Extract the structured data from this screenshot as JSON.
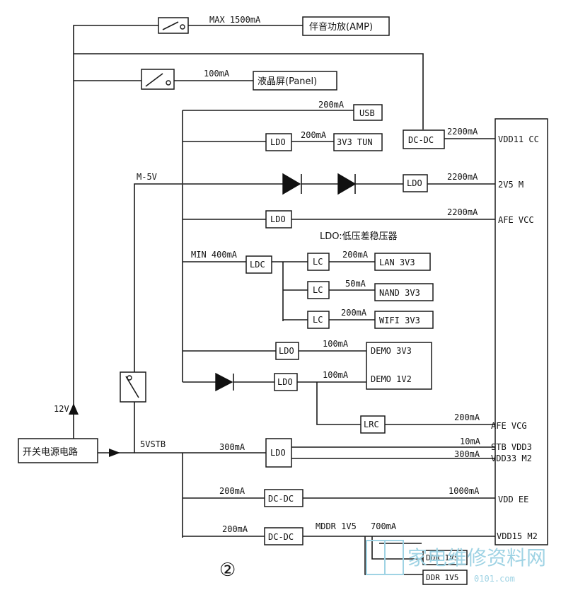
{
  "labels": {
    "amp_current": "MAX 1500mA",
    "amp_box": "伴音功放(AMP)",
    "panel_current": "100mA",
    "panel_box": "液晶屏(Panel)",
    "usb_current": "200mA",
    "usb_box": "USB",
    "tun_current": "200mA",
    "tun_box": "3V3 TUN",
    "ldo": "LDO",
    "dcdc": "DC-DC",
    "vdd11_current": "2200mA",
    "vdd11": "VDD11 CC",
    "m5v": "M-5V",
    "v2v5_current": "2200mA",
    "v2v5": "2V5 M",
    "afe1_current": "2200mA",
    "afe1": "AFE VCC",
    "ldo_note": "LDO:低压差稳压器",
    "min_current": "MIN 400mA",
    "ldc": "LDC",
    "lc": "LC",
    "lan_current": "200mA",
    "lan": "LAN 3V3",
    "nand_current": "50mA",
    "nand": "NAND 3V3",
    "wifi_current": "200mA",
    "wifi": "WIFI 3V3",
    "demo_current1": "100mA",
    "demo_box1": "DEMO 3V3",
    "demo_current2": "100mA",
    "demo_box2": "DEMO 1V2",
    "lrc": "LRC",
    "afe2_current": "200mA",
    "afe2": "AFE VCG",
    "v12": "12V",
    "psu": "开关电源电路",
    "v5stb": "5VSTB",
    "stb_current": "300mA",
    "stb_current_a": "10mA",
    "stb_vdd3": "STB VDD3",
    "vdd33_current": "300mA",
    "vdd33": "VDD33 M2",
    "ee_in_current": "200mA",
    "ee_out_current": "1000mA",
    "vdd_ee": "VDD EE",
    "ddr_in_current": "200mA",
    "mddr": "MDDR 1V5",
    "mddr_current": "700mA",
    "vdd15": "VDD15 M2",
    "ddr1": "DDR 1V5",
    "ddr2": "DDR 1V5",
    "figure_number": "②",
    "watermark": "家电维修资料网",
    "watermark_url": "0101.com"
  },
  "colors": {
    "line": "#1a1a1a",
    "watermark": "#9fd3e4"
  }
}
